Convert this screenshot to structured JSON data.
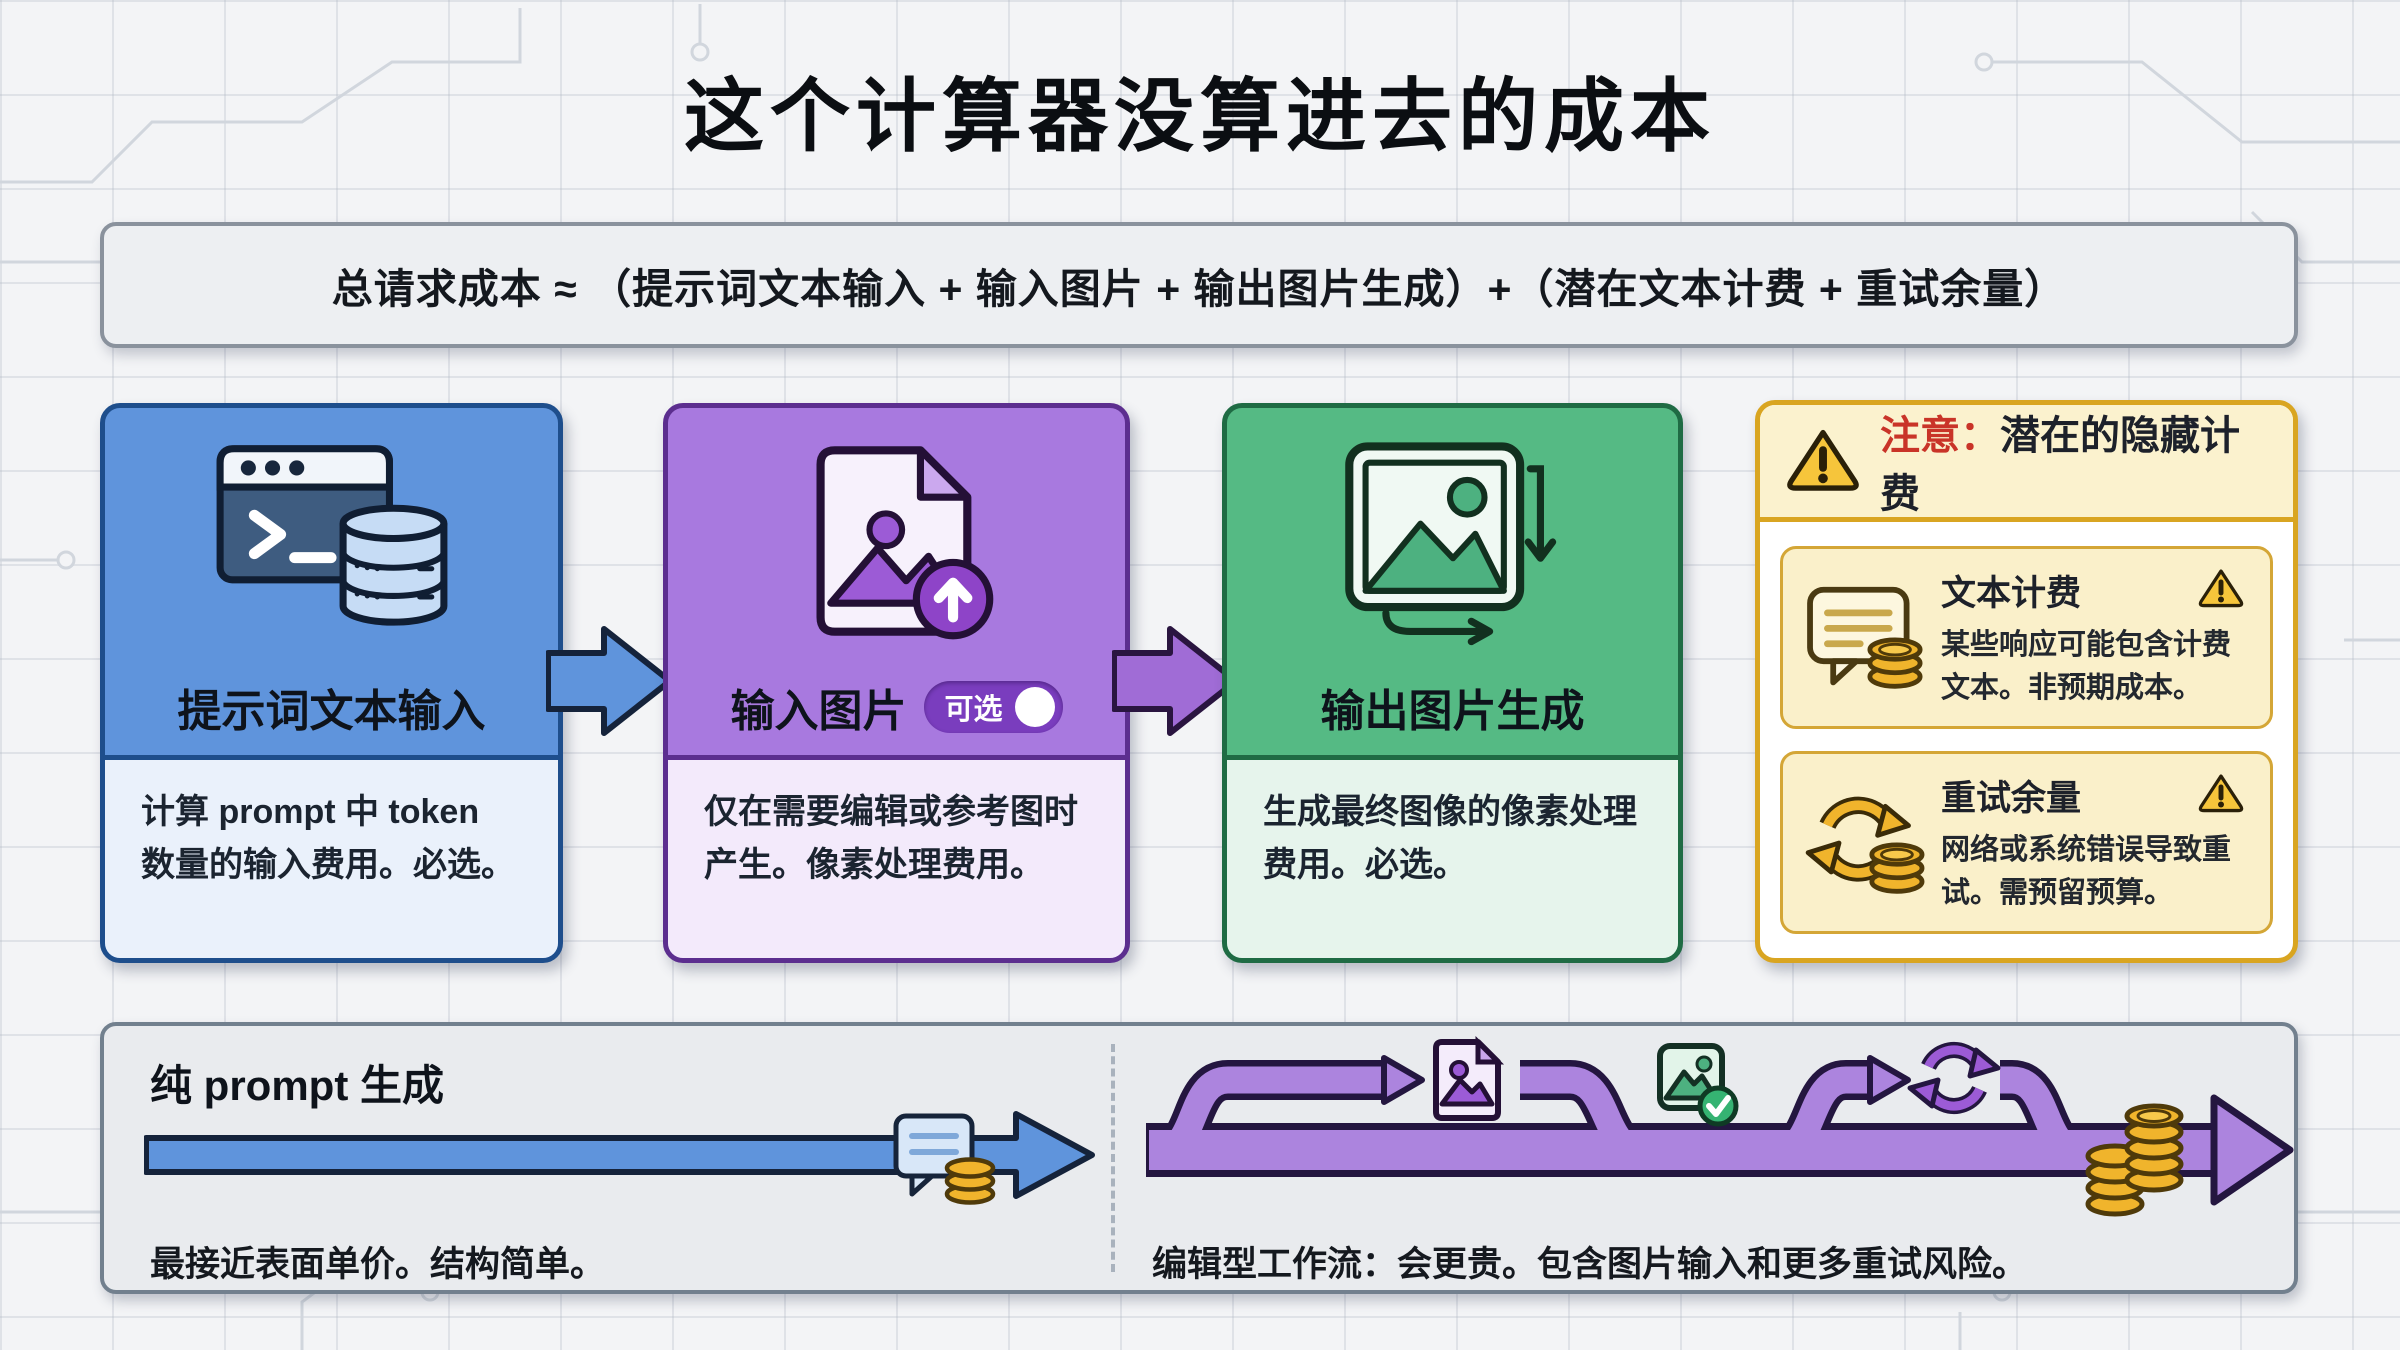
{
  "title": "这个计算器没算进去的成本",
  "formula": "总请求成本 ≈ （提示词文本输入 + 输入图片 + 输出图片生成）+（潜在文本计费 + 重试余量）",
  "cards": [
    {
      "title": "提示词文本输入",
      "desc": "计算 prompt 中 token 数量的输入费用。必选。",
      "icon": "terminal-database-icon",
      "accent": "#5F94DC"
    },
    {
      "title": "输入图片",
      "toggle_label": "可选",
      "desc": "仅在需要编辑或参考图时产生。像素处理费用。",
      "icon": "image-upload-icon",
      "accent": "#A879DF"
    },
    {
      "title": "输出图片生成",
      "desc": "生成最终图像的像素处理费用。必选。",
      "icon": "image-output-icon",
      "accent": "#55BA84"
    }
  ],
  "warning_panel": {
    "header_prefix": "注意：",
    "header_title": "潜在的隐藏计费",
    "items": [
      {
        "title": "文本计费",
        "desc": "某些响应可能包含计费文本。非预期成本。",
        "icon": "chat-coins-icon"
      },
      {
        "title": "重试余量",
        "desc": "网络或系统错误导致重试。需预留预算。",
        "icon": "retry-coins-icon"
      }
    ]
  },
  "bottom_panel": {
    "simple_flow": {
      "title": "纯 prompt 生成",
      "caption": "最接近表面单价。结构简单。"
    },
    "edit_flow": {
      "caption": "编辑型工作流：会更贵。包含图片输入和更多重试风险。"
    }
  },
  "colors": {
    "blue_accent": "#5F94DC",
    "blue_border": "#1E4E8C",
    "purple_accent": "#A879DF",
    "purple_border": "#5C2E8F",
    "green_accent": "#55BA84",
    "green_border": "#1F6B44",
    "warning_gold": "#D9A521",
    "warning_bg": "#FBF2CE",
    "alert_red": "#C93428",
    "coin_gold": "#F0B42C",
    "panel_gray": "#E9EBEE"
  }
}
